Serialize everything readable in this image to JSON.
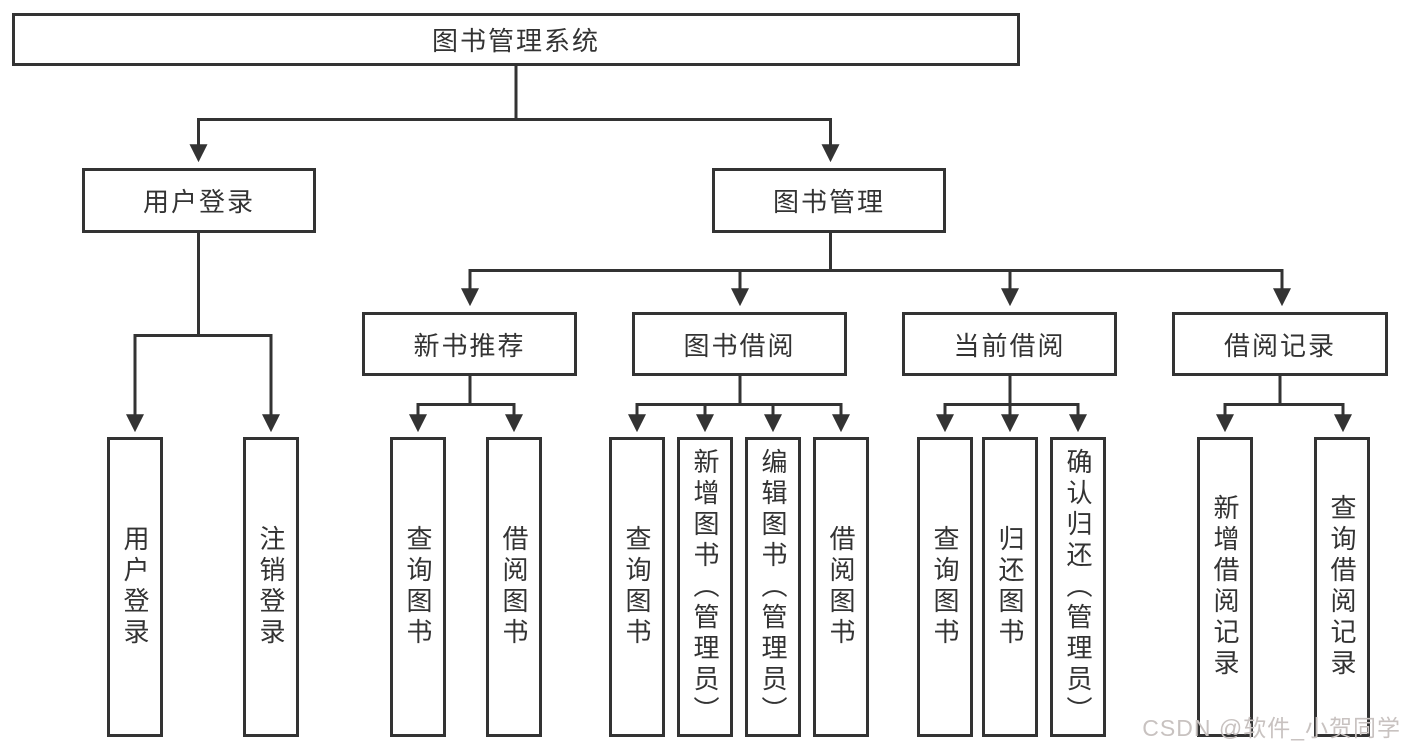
{
  "colors": {
    "line": "#333333",
    "box_border": "#333333",
    "text": "#333333",
    "background": "#ffffff",
    "watermark": "#c8c2c0"
  },
  "root": {
    "label": "图书管理系统"
  },
  "branches": [
    {
      "label": "用户登录",
      "children": [
        {
          "label": "用户登录"
        },
        {
          "label": "注销登录"
        }
      ]
    },
    {
      "label": "图书管理",
      "children": [
        {
          "label": "新书推荐",
          "children": [
            {
              "label": "查询图书"
            },
            {
              "label": "借阅图书"
            }
          ]
        },
        {
          "label": "图书借阅",
          "children": [
            {
              "label": "查询图书"
            },
            {
              "label": "新增图书（管理员）"
            },
            {
              "label": "编辑图书（管理员）"
            },
            {
              "label": "借阅图书"
            }
          ]
        },
        {
          "label": "当前借阅",
          "children": [
            {
              "label": "查询图书"
            },
            {
              "label": "归还图书"
            },
            {
              "label": "确认归还（管理员）"
            }
          ]
        },
        {
          "label": "借阅记录",
          "children": [
            {
              "label": "新增借阅记录"
            },
            {
              "label": "查询借阅记录"
            }
          ]
        }
      ]
    }
  ],
  "watermark": {
    "text": "CSDN @软件_小贺同学"
  }
}
